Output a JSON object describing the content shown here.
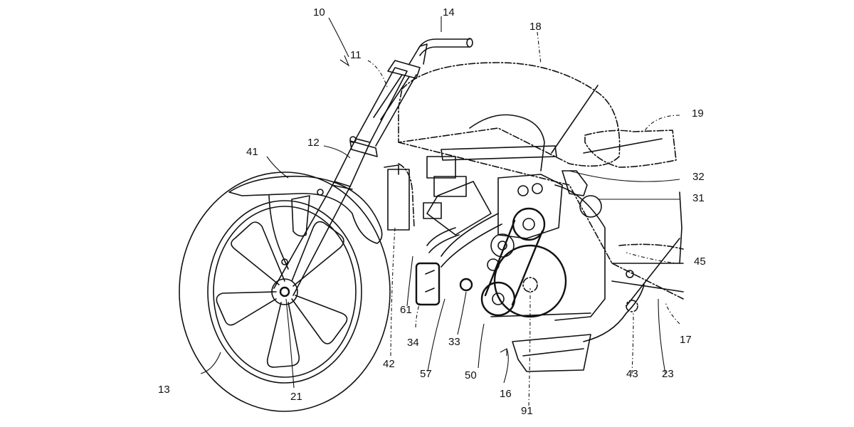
{
  "figure": {
    "title": "Motorcycle side view patent drawing",
    "line_color": "#111111",
    "background": "#ffffff",
    "labels": {
      "l10": "10",
      "l11": "11",
      "l12": "12",
      "l13": "13",
      "l14": "14",
      "l16": "16",
      "l17": "17",
      "l18": "18",
      "l19": "19",
      "l21": "21",
      "l23": "23",
      "l31": "31",
      "l32": "32",
      "l33": "33",
      "l34": "34",
      "l41": "41",
      "l42": "42",
      "l43": "43",
      "l45": "45",
      "l50": "50",
      "l57": "57",
      "l61": "61",
      "l91": "91"
    },
    "components": {
      "10": "motorcycle",
      "11": "steering-stem",
      "12": "front-fork",
      "13": "front-wheel",
      "14": "handlebar",
      "16": "engine",
      "17": "frame",
      "18": "fuel-tank",
      "19": "seat",
      "21": "front-axle",
      "23": "pivot",
      "31": "intake-port",
      "32": "throttle-body",
      "33": "idler-pulley",
      "34": "oil-cooler",
      "41": "front-fender",
      "42": "radiator",
      "43": "swing-arm-pivot",
      "45": "rear-frame",
      "50": "belt-drive",
      "57": "coolant-hose",
      "61": "radiator-hose",
      "91": "crankshaft-axis"
    }
  }
}
